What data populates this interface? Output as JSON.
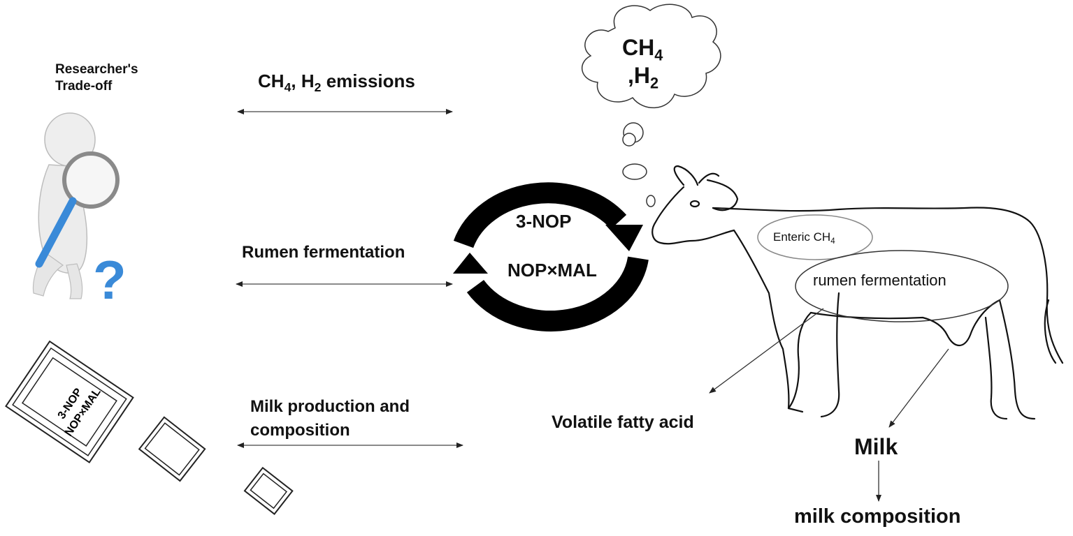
{
  "researcher": {
    "line1": "Researcher's",
    "line2": "Trade-off"
  },
  "emissions": {
    "pre": "CH",
    "sub1": "4",
    "mid": ", H",
    "sub2": "2",
    "post": " emissions"
  },
  "rumen_label": "Rumen fermentation",
  "milk_prod": {
    "line1": "Milk production and",
    "line2": "composition"
  },
  "cycle": {
    "top": "3-NOP",
    "bottom": "NOP×MAL"
  },
  "packet": {
    "line1": "3-NOP",
    "line2": "NOP×MAL"
  },
  "cloud": {
    "line1_pre": "CH",
    "line1_sub": "4",
    "line2_pre": ",H",
    "line2_sub": "2"
  },
  "cow": {
    "enteric": {
      "pre": "Enteric CH",
      "sub": "4"
    },
    "rumen": "rumen fermentation"
  },
  "outputs": {
    "vfa": "Volatile fatty acid",
    "milk": "Milk",
    "milk_comp": "milk composition"
  },
  "question_mark": "?"
}
